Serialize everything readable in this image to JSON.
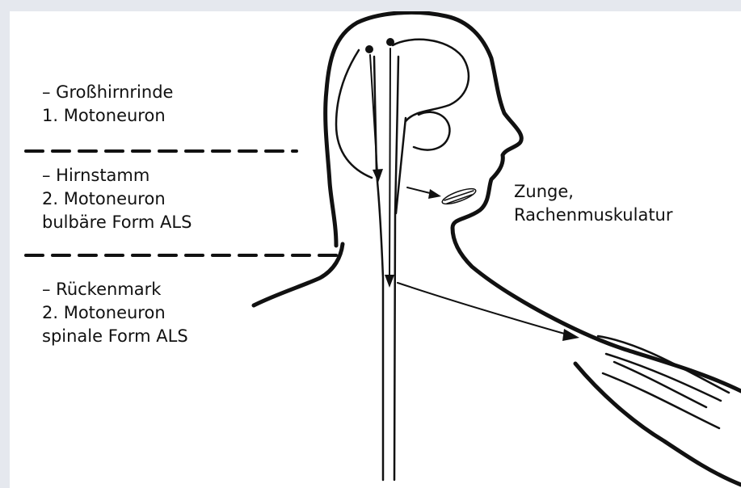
{
  "level_labels": {
    "cortex": {
      "line1": "– Großhirnrinde",
      "line2": "1. Motoneuron"
    },
    "brainstem": {
      "line1": "– Hirnstamm",
      "line2": "2. Motoneuron",
      "line3": "bulbäre Form ALS"
    },
    "spinal_cord": {
      "line1": "– Rückenmark",
      "line2": "2. Motoneuron",
      "line3": "spinale Form ALS"
    }
  },
  "target_label": {
    "line1": "Zunge,",
    "line2": "Rachenmuskulatur"
  },
  "colors": {
    "stroke": "#111111",
    "background": "#ffffff",
    "frame": "#e5e8ee"
  }
}
